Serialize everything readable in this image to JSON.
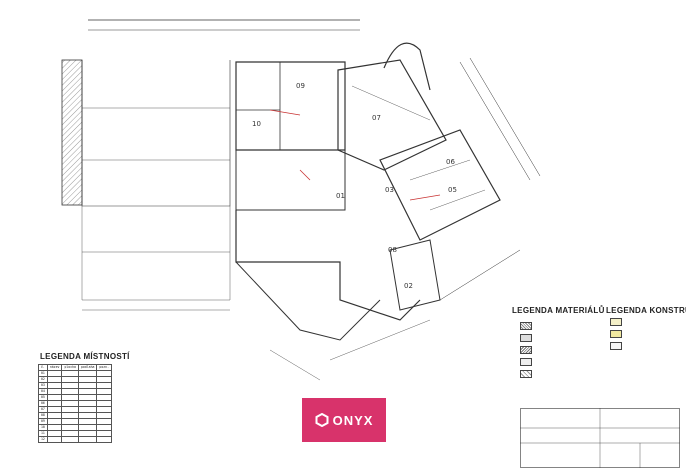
{
  "room_numbers": [
    "09",
    "10",
    "07",
    "06",
    "05",
    "01",
    "03",
    "02",
    "08"
  ],
  "legend_rooms": {
    "title": "LEGENDA  MÍSTNOSTÍ",
    "headers": [
      "č.",
      "název",
      "plocha",
      "podlaha",
      "pozn."
    ],
    "rows": [
      [
        "01",
        "",
        "",
        "",
        ""
      ],
      [
        "02",
        "",
        "",
        "",
        ""
      ],
      [
        "03",
        "",
        "",
        "",
        ""
      ],
      [
        "04",
        "",
        "",
        "",
        ""
      ],
      [
        "05",
        "",
        "",
        "",
        ""
      ],
      [
        "06",
        "",
        "",
        "",
        ""
      ],
      [
        "07",
        "",
        "",
        "",
        ""
      ],
      [
        "08",
        "",
        "",
        "",
        ""
      ],
      [
        "09",
        "",
        "",
        "",
        ""
      ],
      [
        "10",
        "",
        "",
        "",
        ""
      ],
      [
        "11",
        "",
        "",
        "",
        ""
      ],
      [
        "12",
        "",
        "",
        "",
        ""
      ]
    ]
  },
  "legend_material": {
    "title": "LEGENDA  MATERIÁLŮ"
  },
  "legend_construction": {
    "title": "LEGENDA  KONSTRUKCÍ"
  },
  "logo": {
    "text": "ONYX",
    "accent": "#d8336b"
  },
  "title_block": {
    "line1": "",
    "line2": ""
  }
}
